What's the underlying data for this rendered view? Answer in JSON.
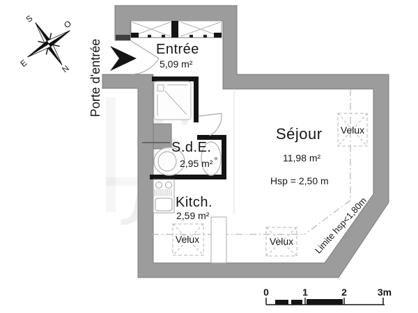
{
  "compass": {
    "n": "N",
    "s": "S",
    "e": "E",
    "o": "O"
  },
  "entrance": {
    "door_label": "Porte d'entrée"
  },
  "rooms": {
    "entree": {
      "name": "Entrée",
      "area": "5,09 m²"
    },
    "sde": {
      "name": "S.d.E.",
      "area": "2,95 m²"
    },
    "kitchen": {
      "name": "Kitch.",
      "area": "2,59 m²"
    },
    "sejour": {
      "name": "Séjour",
      "area": "11,98 m²",
      "ceiling": "Hsp = 2,50 m"
    }
  },
  "skylight_label": "Velux",
  "height_limit": "Limite hsp<1,80m",
  "scale_bar": {
    "ticks": [
      "0",
      "1",
      "2",
      "3m"
    ]
  },
  "watermark": "f",
  "colors": {
    "wall": "#9c9c9c",
    "wall_outline": "#7a7a7a",
    "partition": "#141414",
    "dash": "#b6b6b6",
    "fixture": "#b0b0b0"
  }
}
